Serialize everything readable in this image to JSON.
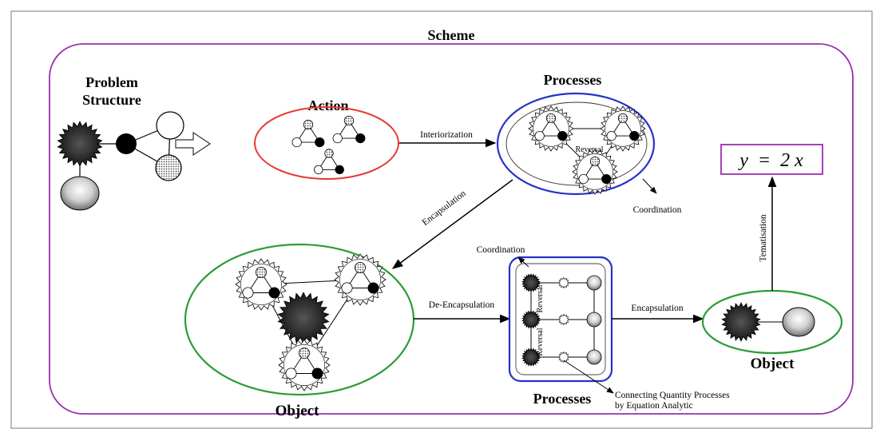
{
  "scheme_title": "Scheme",
  "problem_structure": {
    "line1": "Problem",
    "line2": "Structure"
  },
  "action_label": "Action",
  "processes_top_label": "Processes",
  "processes_top_inner": "Reversal",
  "processes_bottom_label": "Processes",
  "processes_bottom_reversal_1": "Reversal",
  "processes_bottom_reversal_2": "Reversal",
  "object_left_label": "Object",
  "object_right_label": "Object",
  "equation": "y  =  2 x",
  "arrows": {
    "interiorization": "Interiorization",
    "encapsulation_diag": "Encapsulation",
    "coordination_top": "Coordination",
    "de_encapsulation": "De-Encapsulation",
    "coordination_bottom": "Coordination",
    "encapsulation_right": "Encapsulation",
    "tematisation": "Tematisation",
    "connecting_line1": "Connecting Quantity Processes",
    "connecting_line2": "by Equation Analytic"
  },
  "colors": {
    "scheme_border": "#9b2fae",
    "action_ellipse": "#e53935",
    "processes_ellipse": "#2433c9",
    "object_ellipse": "#2a9d35",
    "equation_border": "#9b2fae",
    "processes_box": "#2433c9"
  }
}
